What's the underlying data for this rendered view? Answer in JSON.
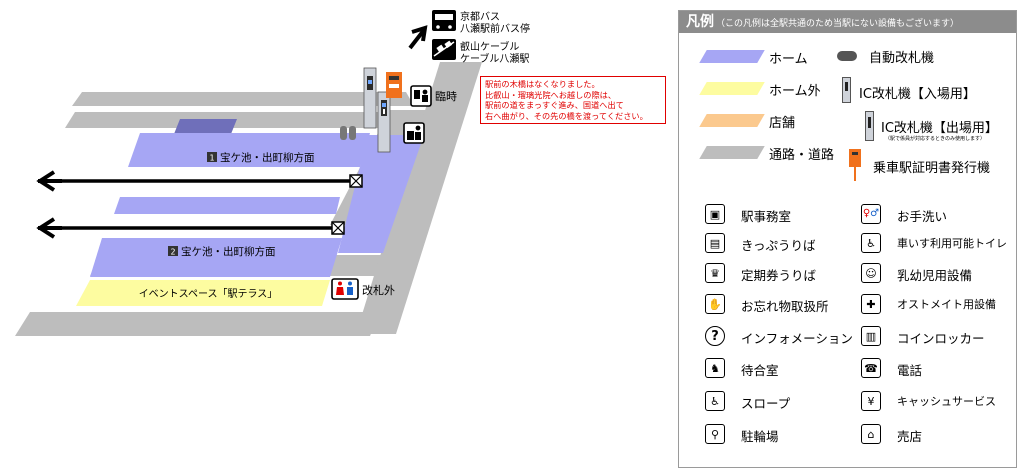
{
  "map": {
    "destinations": {
      "bus_line1": "京都バス",
      "bus_line2": "八瀬駅前バス停",
      "cable_line1": "叡山ケーブル",
      "cable_line2": "ケーブル八瀬駅"
    },
    "rinji_label": "臨時",
    "platform1_number": "1",
    "platform1_label": "宝ケ池・出町柳方面",
    "platform2_number": "2",
    "platform2_label": "宝ケ池・出町柳方面",
    "event_space_label": "イベントスペース「駅テラス」",
    "outside_gate_label": "改札外",
    "notice_lines": [
      "駅前の木橋はなくなりました。",
      "比叡山・瑠璃光院へお越しの際は、",
      "駅前の道をまっすぐ進み、国道へ出て",
      "右へ曲がり、その先の橋を渡ってください。"
    ]
  },
  "legend": {
    "title": "凡例",
    "note": "（この凡例は全駅共通のため当駅にない設備もございます）",
    "areas": [
      {
        "label": "ホーム",
        "color": "#a6a6f4"
      },
      {
        "label": "ホーム外",
        "color": "#fdfca0"
      },
      {
        "label": "店舗",
        "color": "#fbc98e"
      },
      {
        "label": "通路・道路",
        "color": "#bdbdbd"
      }
    ],
    "gates": {
      "auto": "自動改札機",
      "ic_in": "IC改札機【入場用】",
      "ic_out": "IC改札機【出場用】",
      "ic_out_note": "（駅で係員が対応するときのみ使用します）",
      "certificate": "乗車駅証明書発行機"
    },
    "facilities_left": [
      {
        "icon": "station-office-icon",
        "glyph": "▣",
        "label": "駅事務室"
      },
      {
        "icon": "ticket-office-icon",
        "glyph": "▤",
        "label": "きっぷうりば"
      },
      {
        "icon": "commuter-pass-office-icon",
        "glyph": "♛",
        "label": "定期券うりば"
      },
      {
        "icon": "lost-and-found-icon",
        "glyph": "✋",
        "label": "お忘れ物取扱所"
      },
      {
        "icon": "information-icon",
        "glyph": "?",
        "label": "インフォメーション"
      },
      {
        "icon": "waiting-room-icon",
        "glyph": "♞",
        "label": "待合室"
      },
      {
        "icon": "slope-icon",
        "glyph": "♿",
        "label": "スロープ"
      },
      {
        "icon": "bicycle-parking-icon",
        "glyph": "⚲",
        "label": "駐輪場"
      }
    ],
    "facilities_right": [
      {
        "icon": "restroom-icon",
        "glyph": "♀♂",
        "label": "お手洗い"
      },
      {
        "icon": "accessible-toilet-icon",
        "glyph": "♿",
        "label": "車いす利用可能トイレ"
      },
      {
        "icon": "baby-care-icon",
        "glyph": "☺",
        "label": "乳幼児用設備"
      },
      {
        "icon": "ostomate-icon",
        "glyph": "✚",
        "label": "オストメイト用設備"
      },
      {
        "icon": "coin-locker-icon",
        "glyph": "▥",
        "label": "コインロッカー"
      },
      {
        "icon": "telephone-icon",
        "glyph": "☎",
        "label": "電話"
      },
      {
        "icon": "cash-service-icon",
        "glyph": "¥",
        "label": "キャッシュサービス"
      },
      {
        "icon": "shop-icon",
        "glyph": "⌂",
        "label": "売店"
      }
    ]
  }
}
